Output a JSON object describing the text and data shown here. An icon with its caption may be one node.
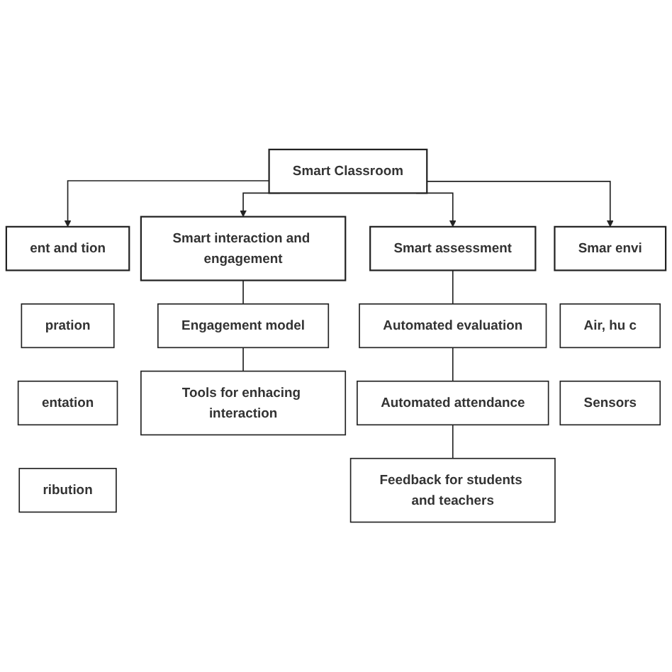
{
  "diagram": {
    "nodes": [
      {
        "text": [
          "Smart Classroom"
        ]
      },
      {
        "text": [
          "ent and tion"
        ]
      },
      {
        "text": [
          "Smart interaction and engagement"
        ]
      },
      {
        "text": [
          "Smart assessment"
        ]
      },
      {
        "text": [
          "Smar envi"
        ]
      },
      {
        "text": [
          "pration"
        ]
      },
      {
        "text": [
          "Engagement model"
        ]
      },
      {
        "text": [
          "Automated evaluation"
        ]
      },
      {
        "text": [
          "Air, hu c"
        ]
      },
      {
        "text": [
          "entation"
        ]
      },
      {
        "text": [
          "Tools for enhacing interaction"
        ]
      },
      {
        "text": [
          "Automated attendance"
        ]
      },
      {
        "text": [
          "Sensors"
        ]
      },
      {
        "text": [
          "ribution"
        ]
      },
      {
        "text": [
          "Feedback for students and teachers"
        ]
      }
    ],
    "edges": [
      {
        "from": 0,
        "to": 1,
        "arrow": "to"
      },
      {
        "from": 0,
        "to": 2,
        "arrow": "to"
      },
      {
        "from": 0,
        "to": 3,
        "arrow": "to"
      },
      {
        "from": 0,
        "to": 4,
        "arrow": "to"
      },
      {
        "from": 2,
        "to": 6,
        "arrow": "none"
      },
      {
        "from": 6,
        "to": 10,
        "arrow": "none"
      },
      {
        "from": 3,
        "to": 7,
        "arrow": "none"
      },
      {
        "from": 7,
        "to": 11,
        "arrow": "none"
      },
      {
        "from": 11,
        "to": 14,
        "arrow": "none"
      }
    ]
  }
}
